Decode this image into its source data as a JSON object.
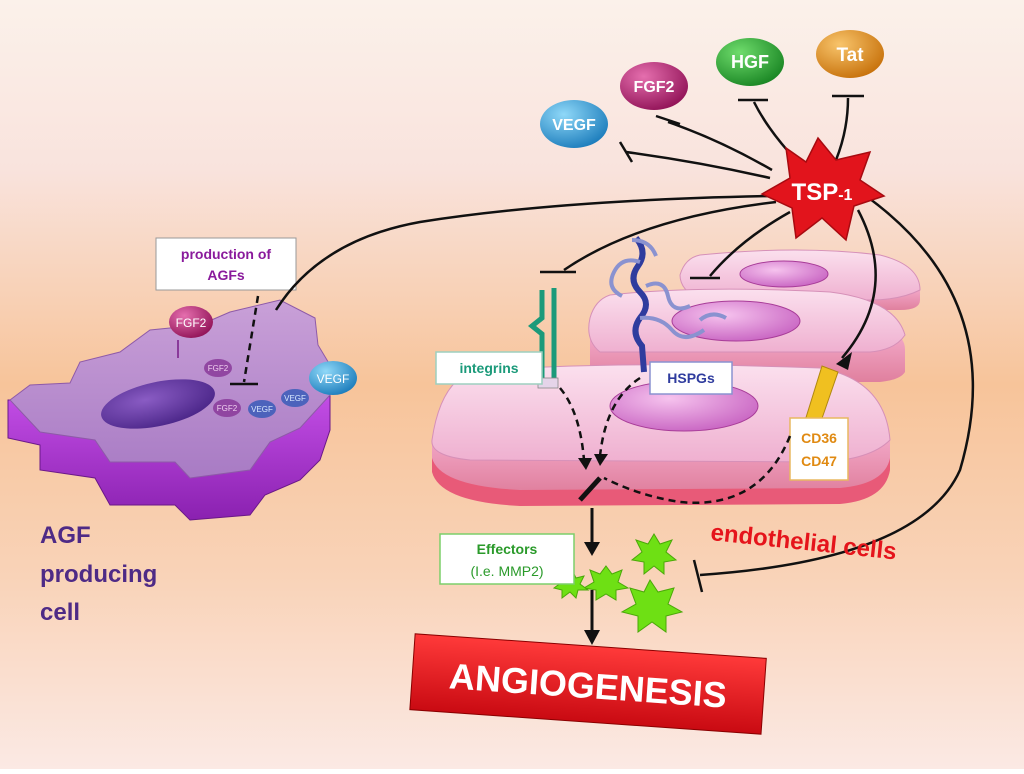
{
  "colors": {
    "inhibit": "#111111",
    "tsp": "#e2141c",
    "vegf": "#1f9bd6",
    "fgf2": "#b3156d",
    "hgf": "#1f9a2c",
    "tat": "#e08a12",
    "cell_purple": "#a14bd0",
    "endo_pink": "#f2b8d6",
    "angio_red": "#e5141b"
  },
  "factors": {
    "vegf": "VEGF",
    "fgf2": "FGF2",
    "hgf": "HGF",
    "tat": "Tat"
  },
  "tsp": {
    "main": "TSP",
    "sub": "-1"
  },
  "agf_cell": {
    "label_line1": "AGF",
    "label_line2": "producing",
    "label_line3": "cell",
    "fgf2_label": "FGF2",
    "vegf_label": "VEGF",
    "small_fgf": "FGF2",
    "small_vegf": "VEGF"
  },
  "production_box": {
    "line1": "production of",
    "line2": "AGFs"
  },
  "receptors": {
    "integrins": "integrins",
    "hspgs": "HSPGs",
    "cd36": "CD36",
    "cd47": "CD47"
  },
  "effectors": {
    "line1": "Effectors",
    "line2": "(I.e. MMP2)"
  },
  "endothelial": "endothelial cells",
  "angiogenesis": "ANGIOGENESIS",
  "icons": {
    "tsp": "star-icon",
    "mmp": "spiky-star-icon",
    "hspg": "wavy-chain-icon",
    "integrin": "receptor-icon"
  }
}
